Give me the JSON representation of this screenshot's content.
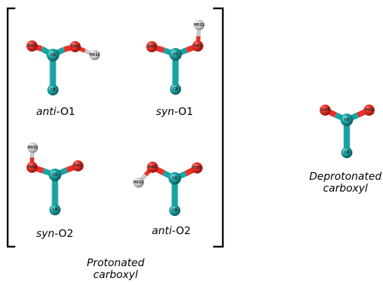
{
  "molecules": {
    "anti_O1": {
      "caption_italic": "anti",
      "caption_rest": "-O1"
    },
    "syn_O1": {
      "caption_italic": "syn",
      "caption_rest": "-O1"
    },
    "syn_O2": {
      "caption_italic": "syn",
      "caption_rest": "-O2"
    },
    "anti_O2": {
      "caption_italic": "anti",
      "caption_rest": "-O2"
    },
    "deprotonated": {
      "caption_line1": "Deprotonated",
      "caption_line2": "carboxyl"
    }
  },
  "group_label": {
    "line1": "Protonated",
    "line2": "carboxyl"
  },
  "atom_labels": {
    "od1": "OD1",
    "od2": "OD2",
    "cg": "CG",
    "cb": "CB",
    "hd11": "HD11",
    "hd12": "HD12",
    "hd21": "HD21",
    "hd22": "HD22"
  },
  "colors": {
    "oxygen": "#e8322a",
    "carbon": "#1aa3a3",
    "hydrogen": "#c8c8c8",
    "bracket": "#000000"
  }
}
